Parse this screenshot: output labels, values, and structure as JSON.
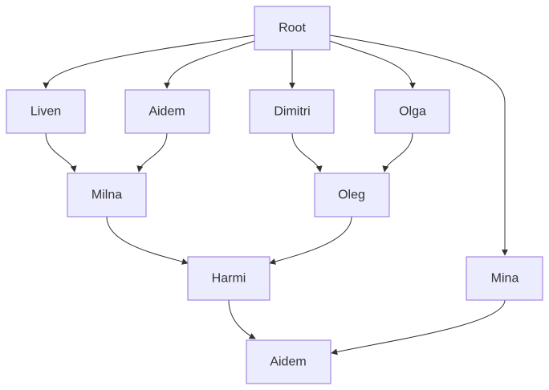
{
  "diagram": {
    "nodes": [
      {
        "id": "root",
        "label": "Root"
      },
      {
        "id": "liven",
        "label": "Liven"
      },
      {
        "id": "aidem1",
        "label": "Aidem"
      },
      {
        "id": "dimitri",
        "label": "Dimitri"
      },
      {
        "id": "olga",
        "label": "Olga"
      },
      {
        "id": "milna",
        "label": "Milna"
      },
      {
        "id": "oleg",
        "label": "Oleg"
      },
      {
        "id": "harmi",
        "label": "Harmi"
      },
      {
        "id": "mina",
        "label": "Mina"
      },
      {
        "id": "aidem2",
        "label": "Aidem"
      }
    ],
    "edges": [
      {
        "from": "root",
        "to": "liven"
      },
      {
        "from": "root",
        "to": "aidem1"
      },
      {
        "from": "root",
        "to": "dimitri"
      },
      {
        "from": "root",
        "to": "olga"
      },
      {
        "from": "root",
        "to": "mina"
      },
      {
        "from": "liven",
        "to": "milna"
      },
      {
        "from": "aidem1",
        "to": "milna"
      },
      {
        "from": "dimitri",
        "to": "oleg"
      },
      {
        "from": "olga",
        "to": "oleg"
      },
      {
        "from": "milna",
        "to": "harmi"
      },
      {
        "from": "oleg",
        "to": "harmi"
      },
      {
        "from": "harmi",
        "to": "aidem2"
      },
      {
        "from": "mina",
        "to": "aidem2"
      }
    ]
  }
}
